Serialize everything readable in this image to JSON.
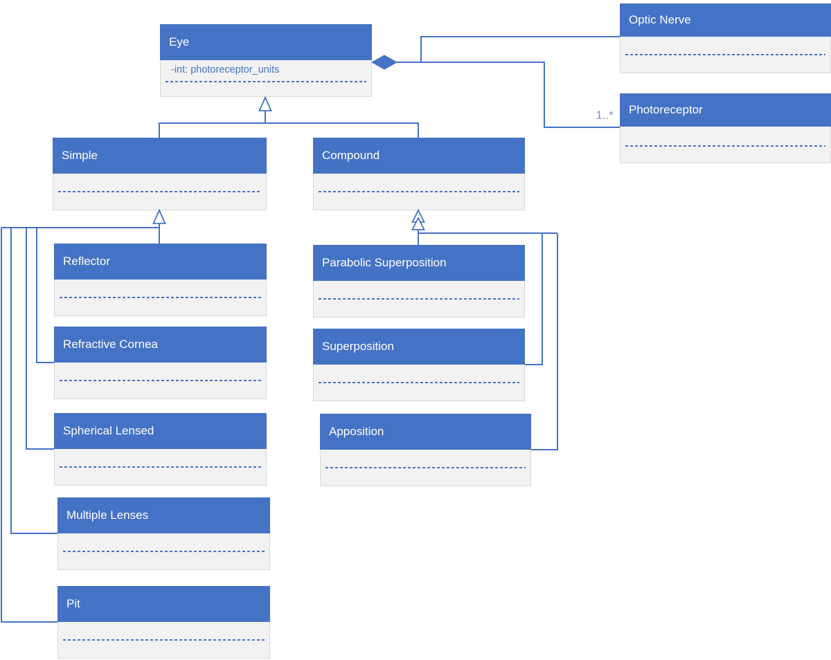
{
  "colors": {
    "header_fill": "#4472C4",
    "body_fill": "#F2F2F2",
    "body_border": "#D9D9D9",
    "connector": "#4472C4",
    "multiplicity_label_color": "#7D90C3"
  },
  "classes": {
    "eye": {
      "name": "Eye",
      "attribute": "-int: photoreceptor_units"
    },
    "optic_nerve": {
      "name": "Optic Nerve"
    },
    "photoreceptor": {
      "name": "Photoreceptor"
    },
    "simple": {
      "name": "Simple"
    },
    "compound": {
      "name": "Compound"
    },
    "reflector": {
      "name": "Reflector"
    },
    "refractive_cornea": {
      "name": "Refractive Cornea"
    },
    "spherical_lensed": {
      "name": "Spherical Lensed"
    },
    "multiple_lenses": {
      "name": "Multiple Lenses"
    },
    "pit": {
      "name": "Pit"
    },
    "parabolic_superposition": {
      "name": "Parabolic Superposition"
    },
    "superposition": {
      "name": "Superposition"
    },
    "apposition": {
      "name": "Apposition"
    }
  },
  "labels": {
    "photoreceptor_multiplicity": "1..*"
  },
  "relationships": [
    {
      "type": "composition",
      "owner": "Eye",
      "part": "Optic Nerve"
    },
    {
      "type": "composition",
      "owner": "Eye",
      "part": "Photoreceptor",
      "multiplicity": "1..*"
    },
    {
      "type": "generalization",
      "parent": "Eye",
      "children": [
        "Simple",
        "Compound"
      ]
    },
    {
      "type": "generalization",
      "parent": "Simple",
      "children": [
        "Reflector",
        "Refractive Cornea",
        "Spherical Lensed",
        "Multiple Lenses",
        "Pit"
      ]
    },
    {
      "type": "generalization",
      "parent": "Compound",
      "children": [
        "Parabolic Superposition",
        "Superposition",
        "Apposition"
      ]
    }
  ]
}
